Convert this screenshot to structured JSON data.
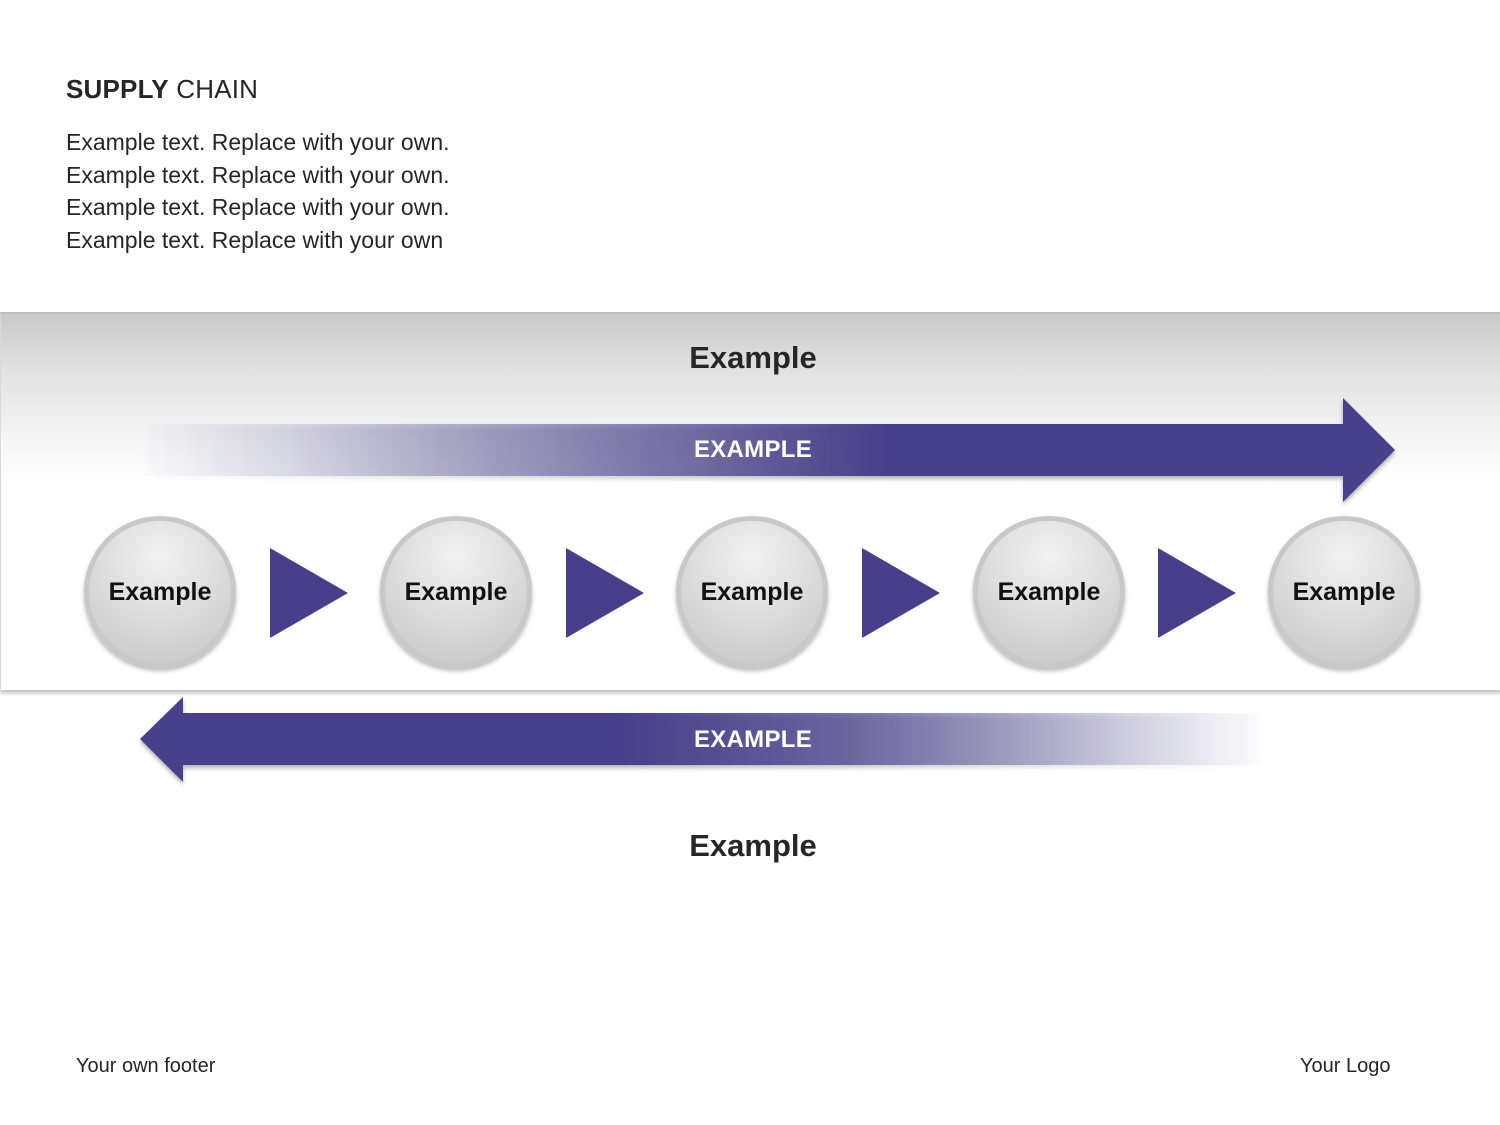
{
  "title": {
    "bold": "SUPPLY",
    "rest": " CHAIN"
  },
  "body_lines": [
    "Example text. Replace with your own.",
    "Example text. Replace with your own.",
    "Example text. Replace with your own.",
    "Example text. Replace with your own"
  ],
  "diagram": {
    "top_heading": "Example",
    "bottom_heading": "Example",
    "forward_arrow_label": "EXAMPLE",
    "backward_arrow_label": "EXAMPLE",
    "steps": [
      "Example",
      "Example",
      "Example",
      "Example",
      "Example"
    ]
  },
  "colors": {
    "accent": "#473f8a",
    "circle_border": "#c8c8c8"
  },
  "footer": {
    "text": "Your own footer",
    "logo": "Your Logo"
  }
}
